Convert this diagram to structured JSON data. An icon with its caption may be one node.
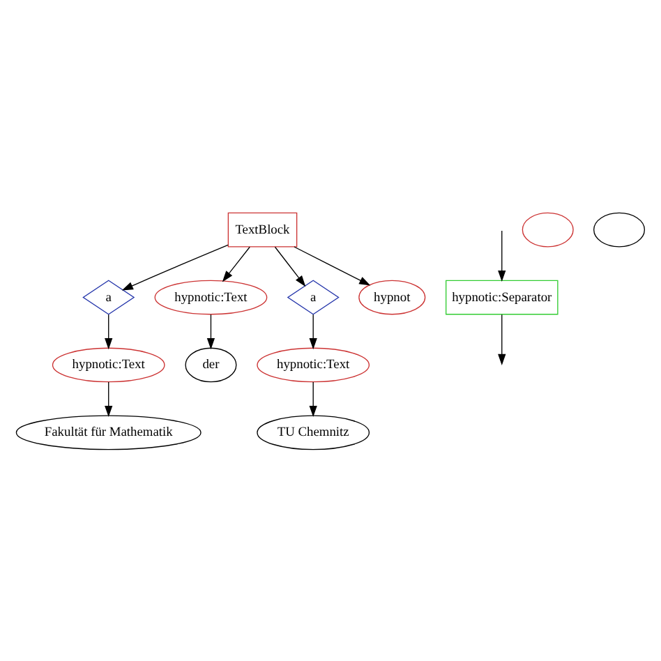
{
  "diagram": {
    "nodes": [
      {
        "text": [
          "TextBlock"
        ]
      },
      {
        "text": [
          "hypnotic:Separator"
        ]
      },
      {
        "text": [],
        "shape": "ellipse"
      },
      {
        "text": [
          "a"
        ]
      },
      {
        "text": [
          "hypnotic:Text"
        ]
      },
      {
        "text": [
          "a"
        ]
      },
      {
        "text": [
          "hypnot"
        ]
      },
      {
        "text": [
          "hypnotic:Text"
        ]
      },
      {
        "text": [
          "der"
        ]
      },
      {
        "text": [
          "hypnotic:Text"
        ]
      },
      {
        "text": [],
        "shape": "ellipse"
      },
      {
        "text": [
          "Fakultät für Mathematik"
        ]
      },
      {
        "text": [
          "TU Chemnitz"
        ]
      }
    ],
    "edges": [
      {
        "from": null,
        "to": 1,
        "arrow": "to"
      },
      {
        "from": 1,
        "to": null,
        "arrow": "to"
      },
      {
        "from": 0,
        "to": 3,
        "arrow": "to"
      },
      {
        "from": 0,
        "to": 4,
        "arrow": "to"
      },
      {
        "from": 0,
        "to": 5,
        "arrow": "to"
      },
      {
        "from": 0,
        "to": 6,
        "arrow": "to"
      },
      {
        "from": 3,
        "to": 7,
        "arrow": "to"
      },
      {
        "from": 4,
        "to": 8,
        "arrow": "to"
      },
      {
        "from": 5,
        "to": 9,
        "arrow": "to"
      },
      {
        "from": 7,
        "to": 11,
        "arrow": "to"
      },
      {
        "from": 9,
        "to": 12,
        "arrow": "to"
      }
    ]
  }
}
